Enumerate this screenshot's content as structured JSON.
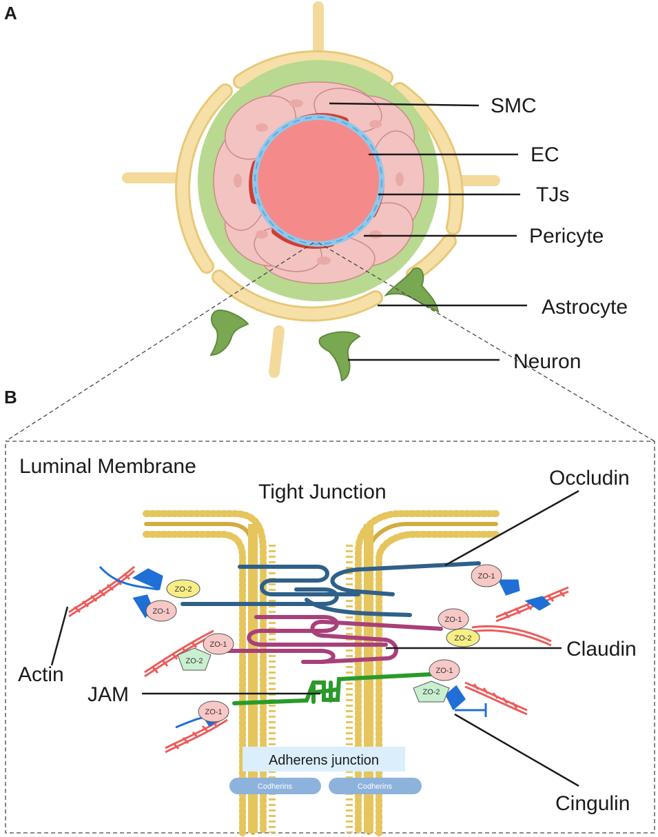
{
  "panels": {
    "a": "A",
    "b": "B"
  },
  "vessel_labels": {
    "smc": "SMC",
    "ec": "EC",
    "tjs": "TJs",
    "pericyte": "Pericyte",
    "astrocyte": "Astrocyte",
    "neuron": "Neuron"
  },
  "junction_labels": {
    "luminal_membrane": "Luminal Membrane",
    "tight_junction": "Tight Junction",
    "occludin": "Occludin",
    "claudin": "Claudin",
    "actin": "Actin",
    "jam": "JAM",
    "cingulin": "Cingulin",
    "adherens_junction": "Adherens junction",
    "cadherin_left": "Codherins",
    "cadherin_right": "Codherins"
  },
  "badges": {
    "zo1": "ZO-1",
    "zo2": "ZO-2"
  },
  "colors": {
    "astrocyte_endfoot": "#f3d99a",
    "green_layer": "#b8d98f",
    "smc": "#f2c3c0",
    "lumen": "#f58a8a",
    "pericyte": "#d33c2f",
    "tight_junction_ring": "#8ec8ec",
    "neuron": "#7aa852",
    "occludin": "#2f6089",
    "claudin": "#a8407a",
    "jam": "#2a9a2a",
    "actin": "#ee5b5b",
    "cingulin": "#1f6fd6",
    "lipid": "#e6c55c"
  }
}
